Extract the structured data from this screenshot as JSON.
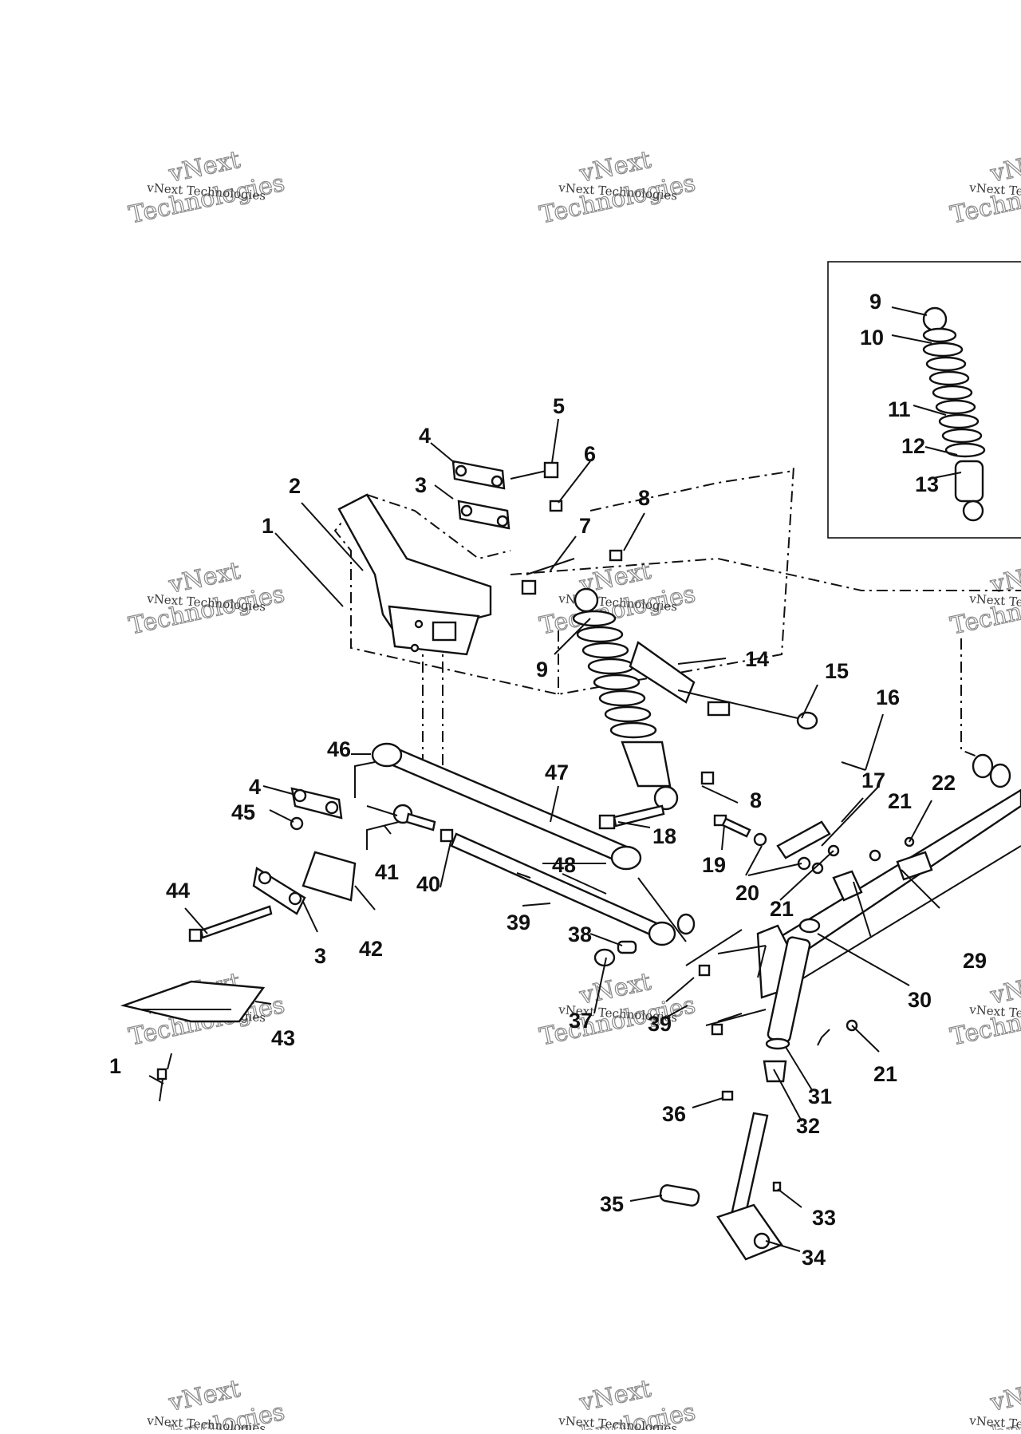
{
  "diagram": {
    "watermark_line1": "vNext Technologies",
    "watermark_line2": "vNext",
    "watermark_line3": "Technologies",
    "part_numbers": [
      "1",
      "2",
      "3",
      "4",
      "5",
      "6",
      "7",
      "8",
      "9",
      "10",
      "11",
      "12",
      "13",
      "14",
      "15",
      "16",
      "17",
      "18",
      "19",
      "20",
      "21",
      "22",
      "29",
      "30",
      "31",
      "32",
      "33",
      "34",
      "35",
      "36",
      "37",
      "38",
      "39",
      "40",
      "41",
      "42",
      "43",
      "44",
      "45",
      "46",
      "47",
      "48"
    ],
    "inset_labels": [
      "9",
      "10",
      "11",
      "12",
      "13"
    ]
  }
}
